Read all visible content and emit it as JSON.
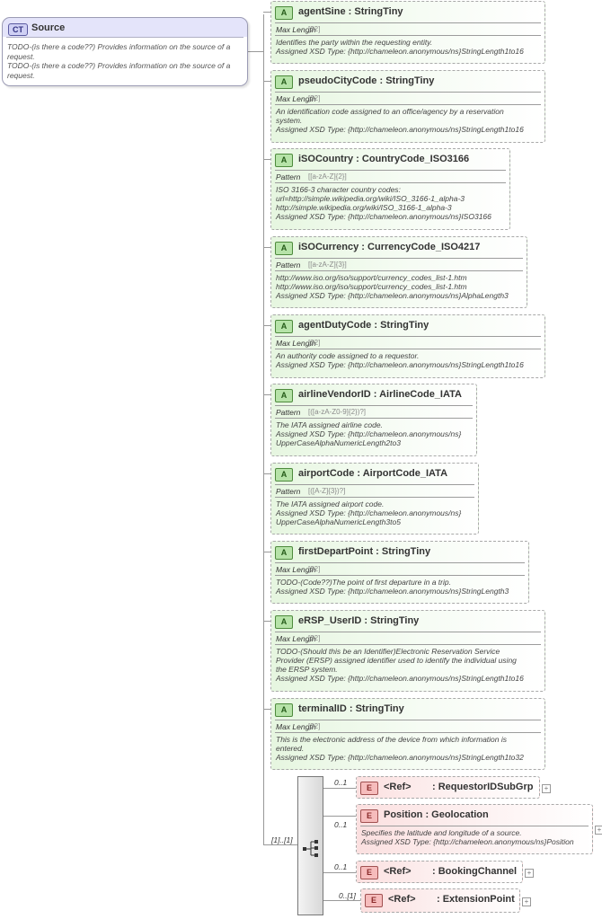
{
  "complex_type": {
    "badge": "CT",
    "name": "Source",
    "doc": [
      "TODO-(is there a code??) Provides information on the source of a",
      "request.",
      "TODO-(is there a code??) Provides information on the source of a",
      "request."
    ]
  },
  "attributes": [
    {
      "badge": "A",
      "name": "agentSine",
      "type": "StringTiny",
      "facet_label": "Max Length",
      "facet_value": "[32]",
      "doc": [
        "Identifies the party within the requesting entity.",
        "Assigned XSD Type: {http://chameleon.anonymous/ns}StringLength1to16"
      ]
    },
    {
      "badge": "A",
      "name": "pseudoCityCode",
      "type": "StringTiny",
      "facet_label": "Max Length",
      "facet_value": "[32]",
      "doc": [
        "An identification code assigned to an office/agency by a reservation",
        "system.",
        "Assigned XSD Type: {http://chameleon.anonymous/ns}StringLength1to16"
      ]
    },
    {
      "badge": "A",
      "name": "iSOCountry",
      "type": "CountryCode_ISO3166",
      "facet_label": "Pattern",
      "facet_value": "[[a-zA-Z]{2}]",
      "doc": [
        "ISO 3166-3 character country codes:",
        "url=http://simple.wikipedia.org/wiki/ISO_3166-1_alpha-3",
        "http://simple.wikipedia.org/wiki/ISO_3166-1_alpha-3",
        "Assigned XSD Type: {http://chameleon.anonymous/ns}ISO3166"
      ]
    },
    {
      "badge": "A",
      "name": "iSOCurrency",
      "type": "CurrencyCode_ISO4217",
      "facet_label": "Pattern",
      "facet_value": "[[a-zA-Z]{3}]",
      "doc": [
        "http://www.iso.org/iso/support/currency_codes_list-1.htm",
        "http://www.iso.org/iso/support/currency_codes_list-1.htm",
        "Assigned XSD Type: {http://chameleon.anonymous/ns}AlphaLength3"
      ]
    },
    {
      "badge": "A",
      "name": "agentDutyCode",
      "type": "StringTiny",
      "facet_label": "Max Length",
      "facet_value": "[32]",
      "doc": [
        "An authority code assigned to a requestor.",
        "Assigned XSD Type: {http://chameleon.anonymous/ns}StringLength1to16"
      ]
    },
    {
      "badge": "A",
      "name": "airlineVendorID",
      "type": "AirlineCode_IATA",
      "facet_label": "Pattern",
      "facet_value": "[([a-zA-Z0-9]{2})?]",
      "doc": [
        "The IATA assigned airline code.",
        "Assigned XSD Type: {http://chameleon.anonymous/ns}",
        "UpperCaseAlphaNumericLength2to3"
      ]
    },
    {
      "badge": "A",
      "name": "airportCode",
      "type": "AirportCode_IATA",
      "facet_label": "Pattern",
      "facet_value": "[([A-Z]{3})?]",
      "doc": [
        "The IATA assigned airport code.",
        "Assigned XSD Type: {http://chameleon.anonymous/ns}",
        "UpperCaseAlphaNumericLength3to5"
      ]
    },
    {
      "badge": "A",
      "name": "firstDepartPoint",
      "type": "StringTiny",
      "facet_label": "Max Length",
      "facet_value": "[32]",
      "doc": [
        "TODO-(Code??)The point of first departure in a trip.",
        "Assigned XSD Type: {http://chameleon.anonymous/ns}StringLength3"
      ]
    },
    {
      "badge": "A",
      "name": "eRSP_UserID",
      "type": "StringTiny",
      "facet_label": "Max Length",
      "facet_value": "[32]",
      "doc": [
        "TODO-(Should this be an Identifier)Electronic Reservation Service",
        "Provider (ERSP) assigned identifier used to identify the individual using",
        "the ERSP system.",
        "Assigned XSD Type: {http://chameleon.anonymous/ns}StringLength1to16"
      ]
    },
    {
      "badge": "A",
      "name": "terminalID",
      "type": "StringTiny",
      "facet_label": "Max Length",
      "facet_value": "[32]",
      "doc": [
        "This is the electronic address of the device from which information is",
        "entered.",
        "Assigned XSD Type: {http://chameleon.anonymous/ns}StringLength1to32"
      ]
    }
  ],
  "sequence": {
    "cardinality": "[1]..[1]"
  },
  "elements": [
    {
      "badge": "E",
      "ref": "<Ref>",
      "name": ": RequestorIDSubGrp",
      "cardinality": "0..1",
      "doc": []
    },
    {
      "badge": "E",
      "ref": "",
      "name": "Position : Geolocation",
      "cardinality": "0..1",
      "doc": [
        "Specifies the latitude and longitude of a source.",
        "Assigned XSD Type: {http://chameleon.anonymous/ns}Position"
      ]
    },
    {
      "badge": "E",
      "ref": "<Ref>",
      "name": ": BookingChannel",
      "cardinality": "0..1",
      "doc": []
    },
    {
      "badge": "E",
      "ref": "<Ref>",
      "name": ": ExtensionPoint",
      "cardinality": "0..[1]",
      "doc": []
    }
  ],
  "icons": {
    "expand": "plus-expand-icon",
    "sequence": "sequence-compositor-icon"
  }
}
